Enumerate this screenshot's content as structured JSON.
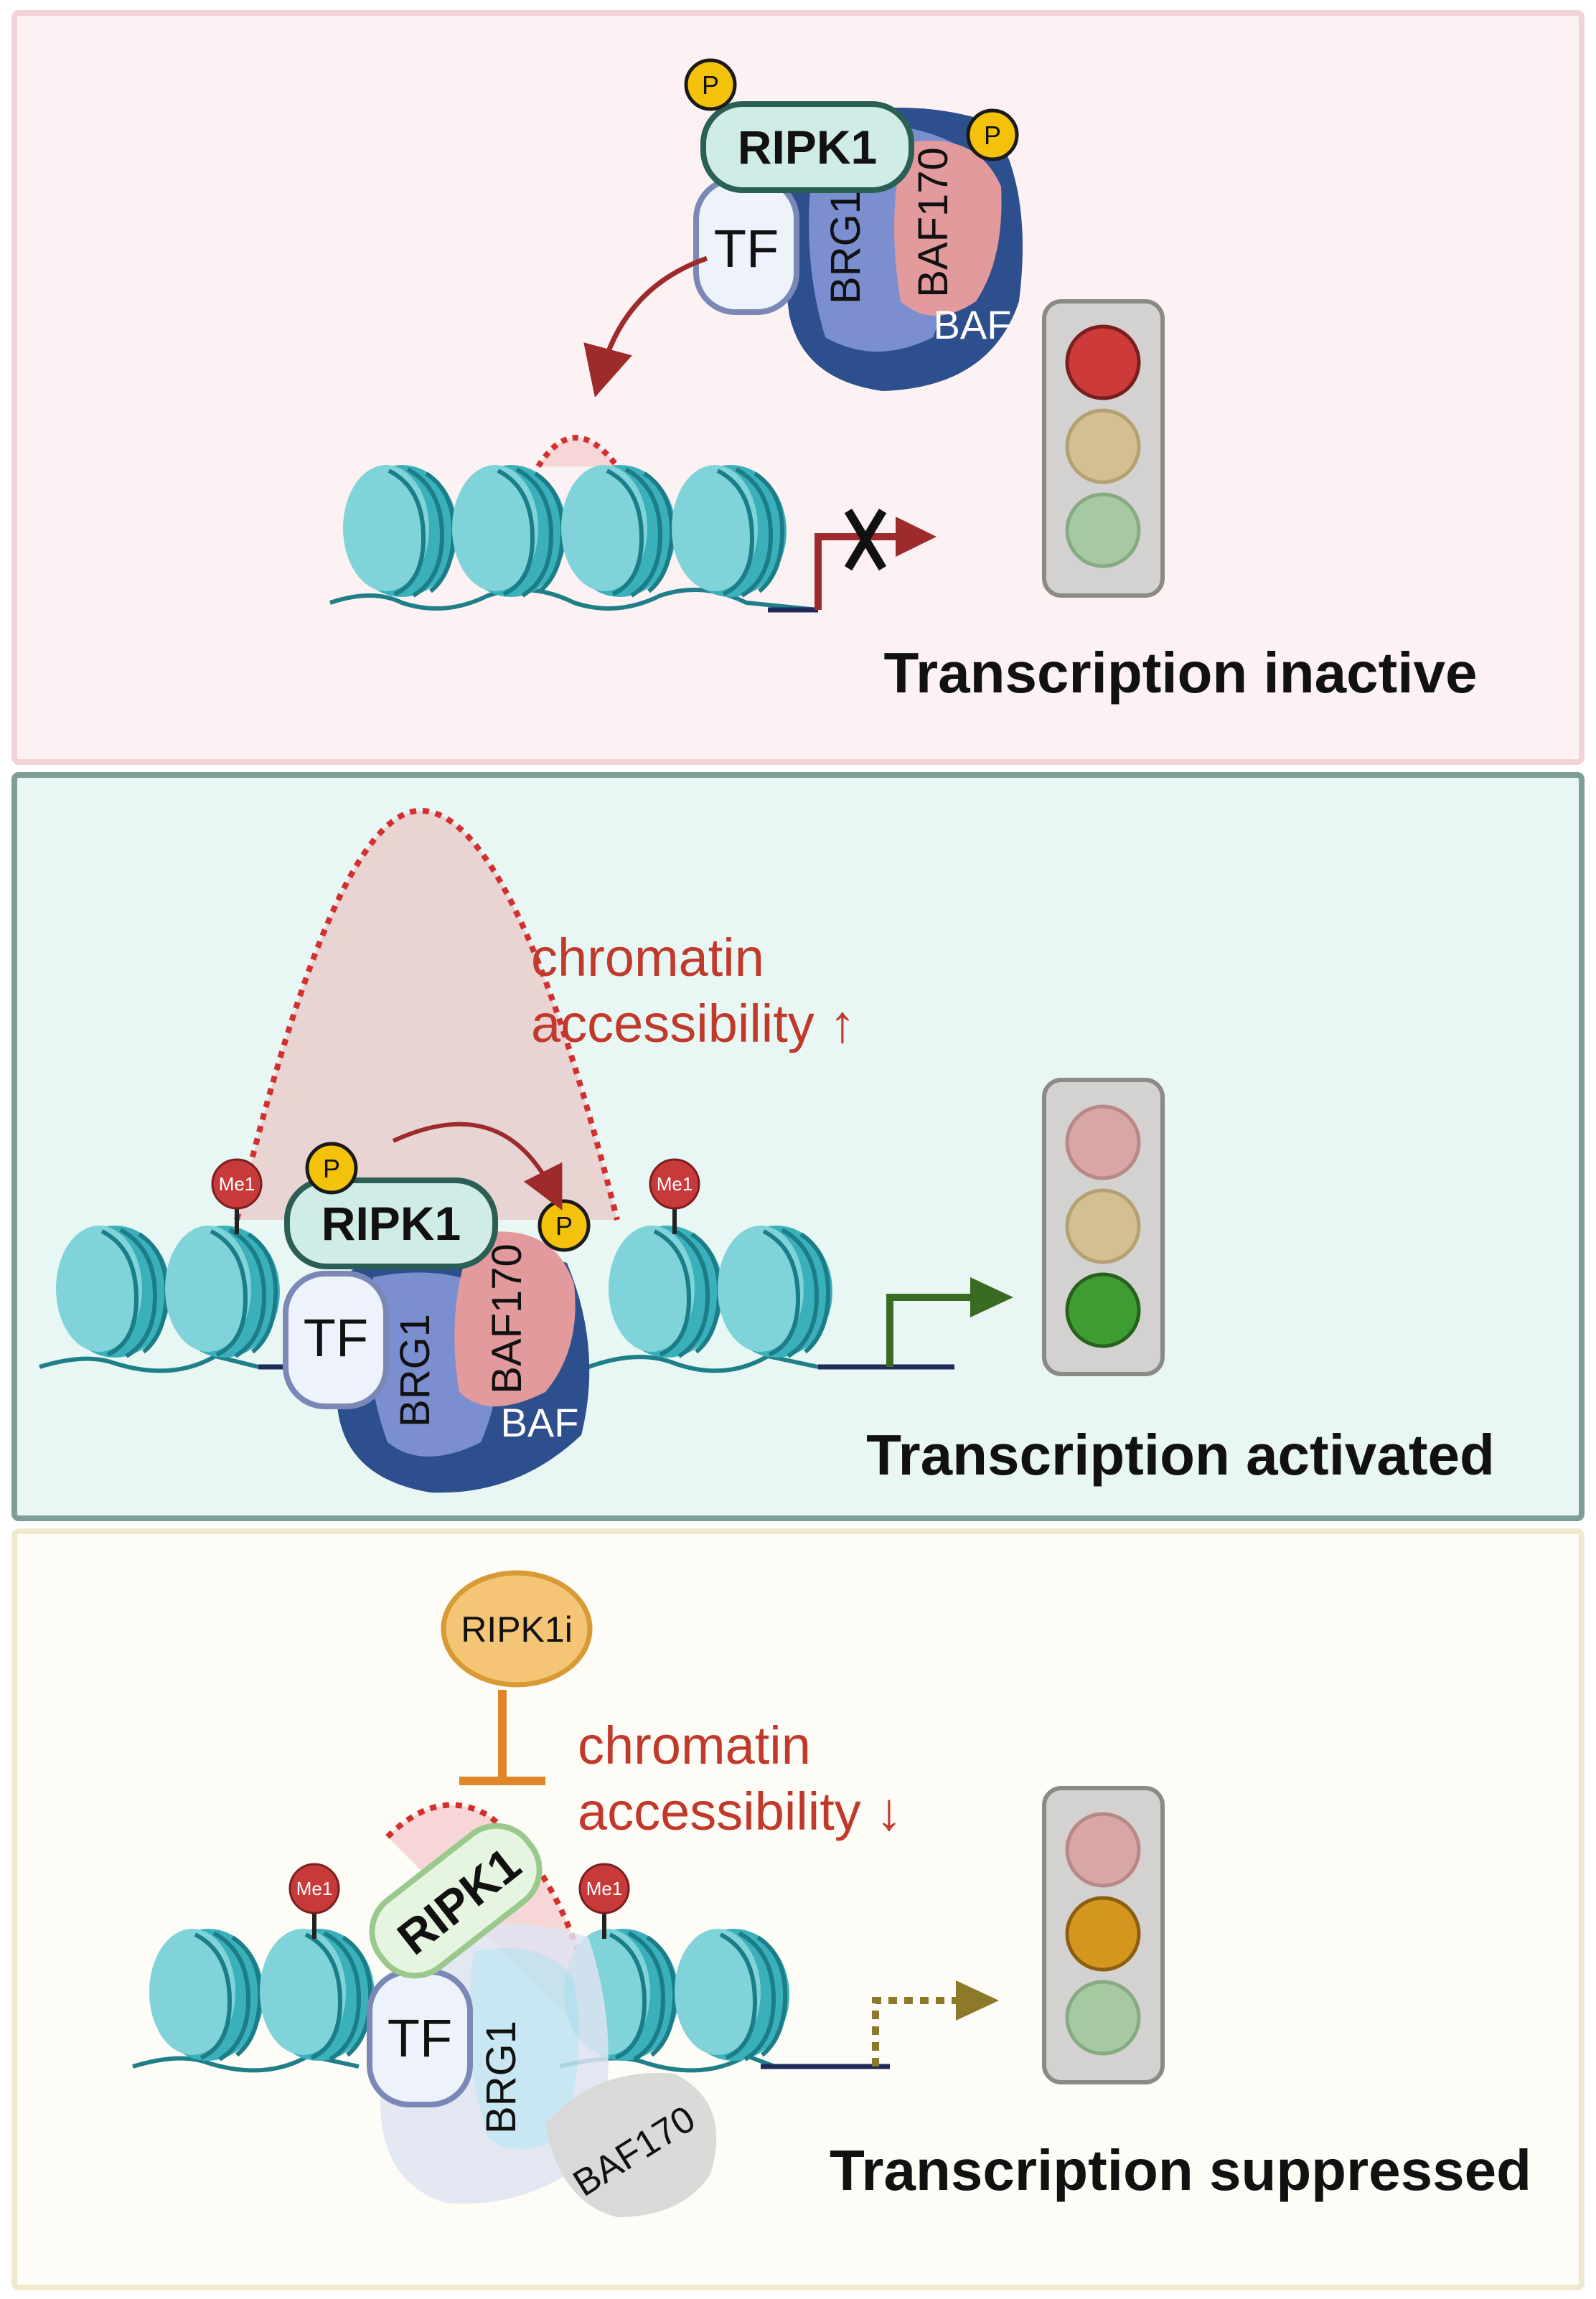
{
  "panels": [
    {
      "status": "Transcription inactive",
      "light": "red",
      "ripk1": "RIPK1",
      "tf": "TF",
      "brg1": "BRG1",
      "baf170": "BAF170",
      "baf": "BAF",
      "phospho": "P"
    },
    {
      "status": "Transcription activated",
      "light": "green",
      "accessibility_line1": "chromatin",
      "accessibility_line2": "accessibility ↑",
      "ripk1": "RIPK1",
      "tf": "TF",
      "brg1": "BRG1",
      "baf170": "BAF170",
      "baf": "BAF",
      "phospho": "P",
      "mark": "Me1"
    },
    {
      "status": "Transcription suppressed",
      "light": "amber",
      "inhibitor": "RIPK1i",
      "accessibility_line1": "chromatin",
      "accessibility_line2": "accessibility ↓",
      "ripk1": "RIPK1",
      "tf": "TF",
      "brg1": "BRG1",
      "baf170": "BAF170",
      "mark": "Me1"
    }
  ],
  "colors": {
    "panel1_bg": "#fdf2f3",
    "panel1_border": "#f2d4d8",
    "panel2_bg": "#e8f7f4",
    "panel2_border": "#7d9d97",
    "panel3_bg": "#fdfcf6",
    "panel3_border": "#efe9cf",
    "nucleosome": "#3fb3bd",
    "accent_red": "#c0392b",
    "green_arrow": "#3a6b23",
    "amber_arrow": "#8c7a2a"
  }
}
